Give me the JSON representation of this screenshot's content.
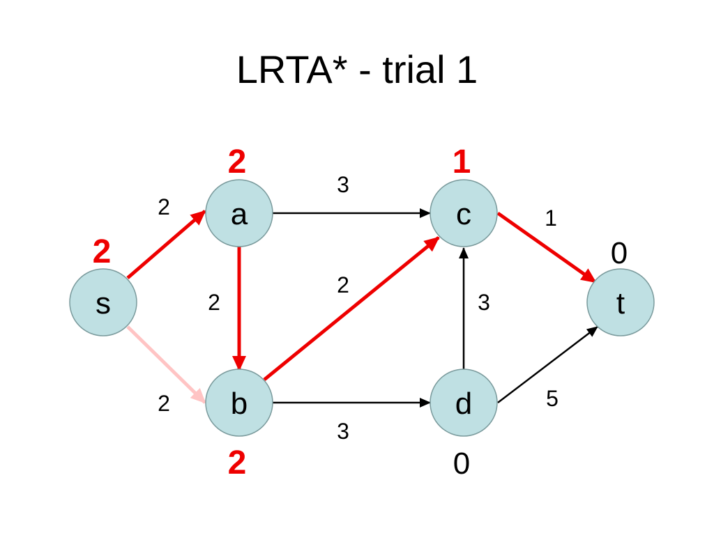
{
  "title": "LRTA* - trial 1",
  "colors": {
    "node_fill": "#bfe0e3",
    "path_red": "#ee0000",
    "faded_red": "#ffc4c4",
    "edge_black": "#000000"
  },
  "nodes": {
    "s": {
      "label": "s",
      "h": "2"
    },
    "a": {
      "label": "a",
      "h": "2"
    },
    "b": {
      "label": "b",
      "h": "2"
    },
    "c": {
      "label": "c",
      "h": "1"
    },
    "d": {
      "label": "d",
      "h": "0"
    },
    "t": {
      "label": "t",
      "h": "0"
    }
  },
  "edges": {
    "s_a": {
      "from": "s",
      "to": "a",
      "weight": "2",
      "style": "red"
    },
    "s_b": {
      "from": "s",
      "to": "b",
      "weight": "2",
      "style": "faded"
    },
    "a_b": {
      "from": "a",
      "to": "b",
      "weight": "2",
      "style": "red"
    },
    "a_c": {
      "from": "a",
      "to": "c",
      "weight": "3",
      "style": "black"
    },
    "b_c": {
      "from": "b",
      "to": "c",
      "weight": "2",
      "style": "red"
    },
    "b_d": {
      "from": "b",
      "to": "d",
      "weight": "3",
      "style": "black"
    },
    "d_c": {
      "from": "d",
      "to": "c",
      "weight": "3",
      "style": "black"
    },
    "c_t": {
      "from": "c",
      "to": "t",
      "weight": "1",
      "style": "red"
    },
    "d_t": {
      "from": "d",
      "to": "t",
      "weight": "5",
      "style": "black"
    }
  }
}
